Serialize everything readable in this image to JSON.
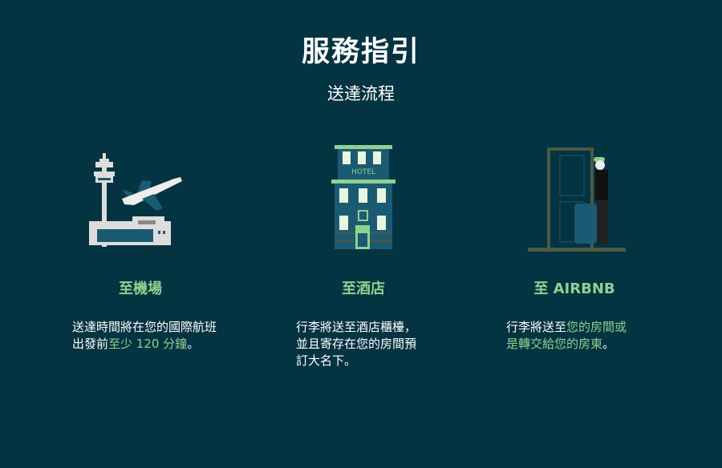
{
  "title": "服務指引",
  "subtitle": "送達流程",
  "colors": {
    "background": "#043342",
    "accent": "#8fd18f"
  },
  "cards": [
    {
      "heading": "至機場",
      "icon": "airport-icon",
      "desc_plain": "送達時間將在您的國際航班",
      "desc_plain2": "出發前",
      "desc_highlight": "至少 120 分鐘",
      "desc_end": "。"
    },
    {
      "heading": "至酒店",
      "icon": "hotel-icon",
      "hotel_sign": "HOTEL",
      "line1": "行李將送至酒店櫃檯，",
      "line2": "並且寄存在您的房間預",
      "line3": "訂大名下。"
    },
    {
      "heading": "至 AIRBNB",
      "icon": "airbnb-door-icon",
      "desc_plain": "行李將送至",
      "desc_highlight1": "您的房間或",
      "desc_highlight2": "是轉交給您的房東",
      "desc_end": "。"
    }
  ]
}
